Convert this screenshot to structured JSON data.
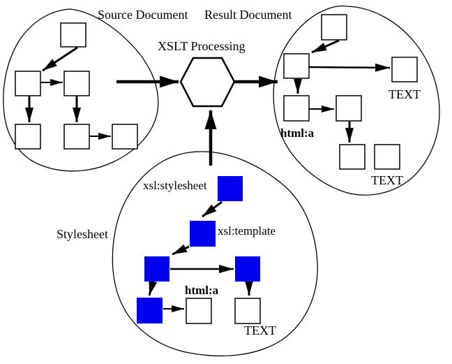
{
  "colors": {
    "background": "#ffffff",
    "blue_node": "#0000ee",
    "white_node": "#ffffff",
    "line": "#000000"
  },
  "processor": {
    "label": "XSLT Processing",
    "shape": "hexagon"
  },
  "regions": {
    "source": {
      "title": "Source Document",
      "node_count": 6,
      "node_style": "white-square"
    },
    "result": {
      "title": "Result Document",
      "node_count": 7,
      "node_style": "white-square",
      "labels": {
        "html_a": "html:a",
        "text_right": "TEXT",
        "text_bottom": "TEXT"
      }
    },
    "stylesheet": {
      "title": "Stylesheet",
      "blue_node_count": 5,
      "white_node_count": 2,
      "labels": {
        "xsl_stylesheet": "xsl:stylesheet",
        "xsl_template": "xsl:template",
        "html_a": "html:a",
        "text": "TEXT"
      }
    }
  },
  "flows": [
    {
      "from": "Source Document",
      "to": "XSLT Processing"
    },
    {
      "from": "XSLT Processing",
      "to": "Result Document"
    },
    {
      "from": "Stylesheet",
      "to": "XSLT Processing"
    }
  ]
}
